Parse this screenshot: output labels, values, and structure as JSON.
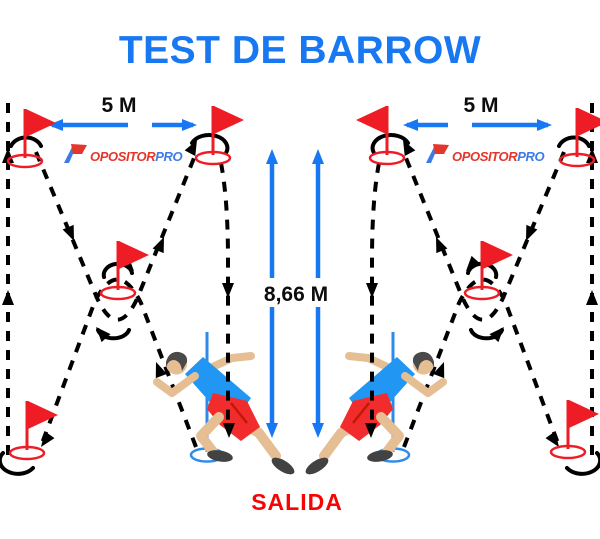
{
  "title": {
    "text": "TEST DE BARROW"
  },
  "measurements": {
    "flag_spacing": "5 M",
    "course_length": "8,66 M"
  },
  "start_label": "SALIDA",
  "logo": {
    "brand_part1": "OPOSITOR",
    "brand_part2": "PRO"
  },
  "colors": {
    "title_blue": "#1778F2",
    "arrow_blue": "#1877F2",
    "flag_red": "#EE1C25",
    "salida_red": "#F70505",
    "logo_red": "#E3362C",
    "logo_blue": "#3D7BE4",
    "path_black": "#000000",
    "start_marker_blue": "#2E8BEA",
    "runner": {
      "skin": "#E5BE93",
      "hair": "#4A4A4A",
      "top": "#2196F3",
      "shorts": "#F22C2C",
      "shoes": "#424242"
    }
  }
}
